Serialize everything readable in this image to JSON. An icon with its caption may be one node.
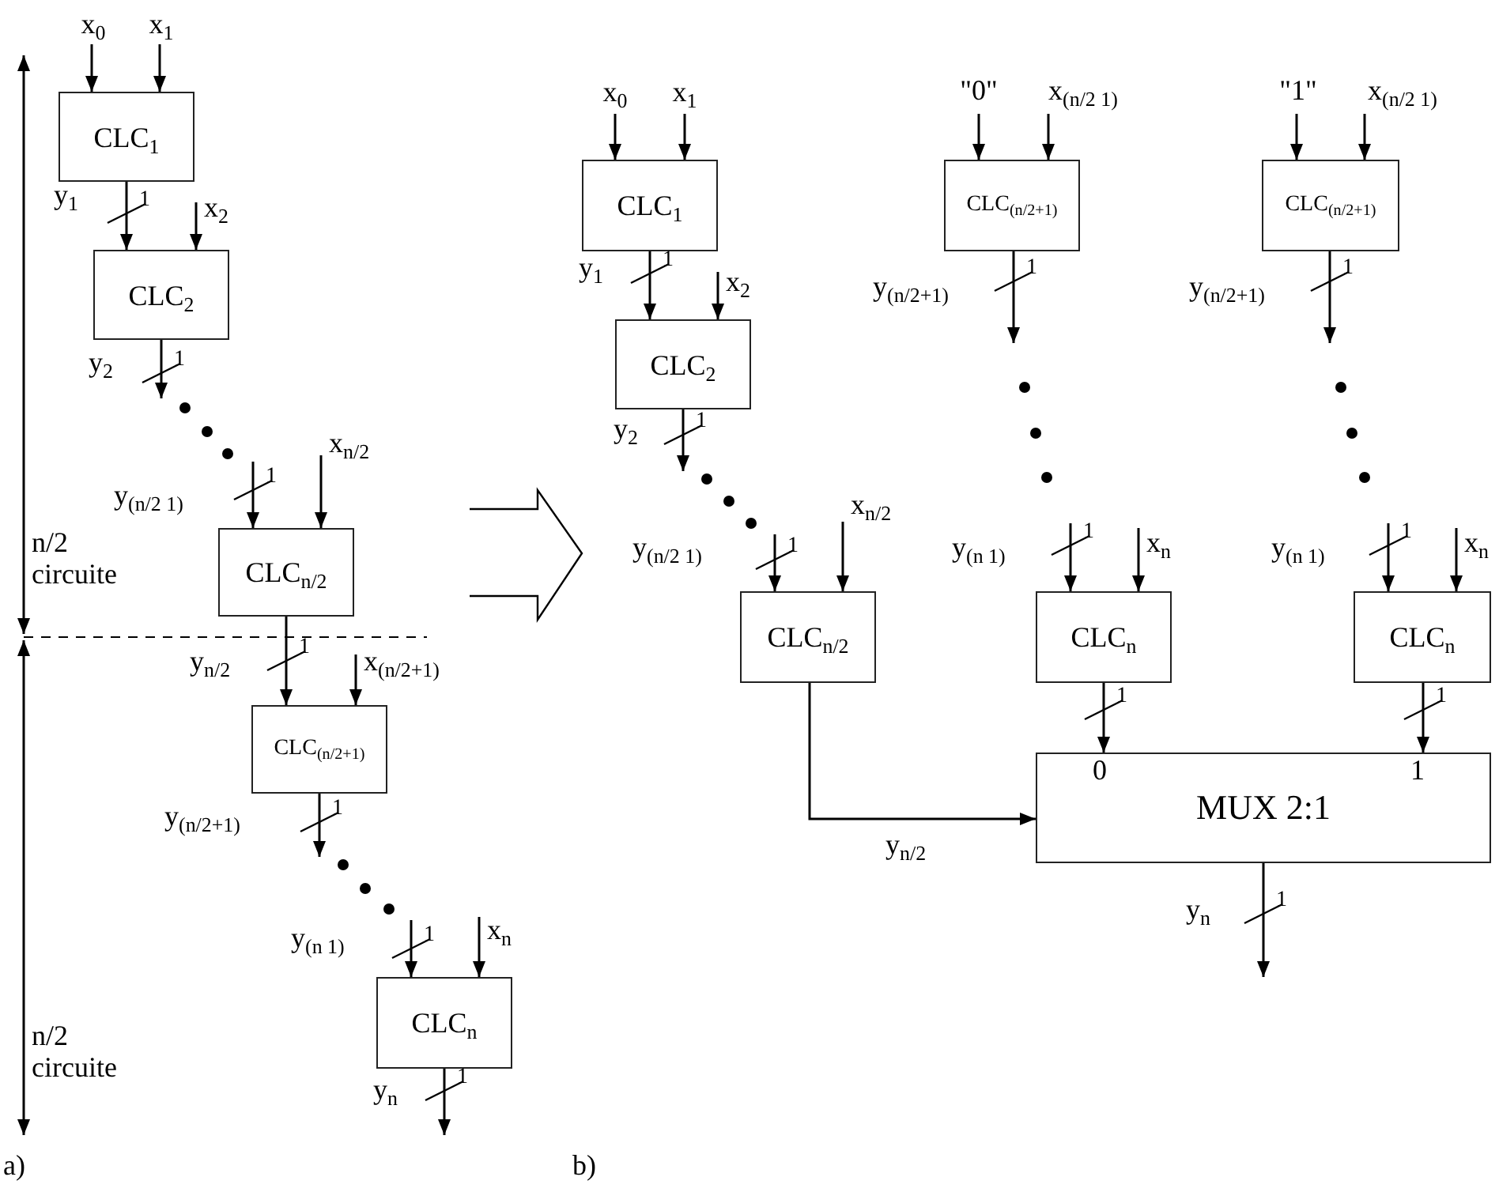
{
  "diagram": {
    "nodes": [
      {
        "text": [
          "x$_{0}$"
        ]
      },
      {
        "text": [
          "x$_{1}$"
        ]
      },
      {
        "text": [
          "CLC$_{1}$"
        ]
      },
      {
        "text": [
          "x$_{2}$"
        ]
      },
      {
        "text": [
          "CLC$_{2}$"
        ]
      },
      {
        "text": [
          "x$_{n/2}$"
        ]
      },
      {
        "text": [
          "CLC$_{n/2}$"
        ]
      },
      {
        "text": [
          "x$_{(n/2+1)}$"
        ]
      },
      {
        "text": [
          "CLC$_{(n/2+1)}$"
        ]
      },
      {
        "text": [
          "x$_{n}$"
        ]
      },
      {
        "text": [
          "CLC$_{n}$"
        ]
      },
      {
        "text": [
          "x$_{0}$"
        ]
      },
      {
        "text": [
          "x$_{1}$"
        ]
      },
      {
        "text": [
          "CLC$_{1}$"
        ]
      },
      {
        "text": [
          "x$_{2}$"
        ]
      },
      {
        "text": [
          "CLC$_{2}$"
        ]
      },
      {
        "text": [
          "x$_{n/2}$"
        ]
      },
      {
        "text": [
          "CLC$_{n/2}$"
        ]
      },
      {
        "text": [
          "\"0\""
        ]
      },
      {
        "text": [
          "x$_{(n/2 1)}$"
        ]
      },
      {
        "text": [
          "CLC$_{(n/2+1)}$"
        ]
      },
      {
        "text": [
          "x$_{n}$"
        ]
      },
      {
        "text": [
          "CLC$_{n}$"
        ]
      },
      {
        "text": [
          "\"1\""
        ]
      },
      {
        "text": [
          "x$_{(n/2 1)}$"
        ]
      },
      {
        "text": [
          "CLC$_{(n/2+1)}$"
        ]
      },
      {
        "text": [
          "x$_{n}$"
        ]
      },
      {
        "text": [
          "CLC$_{n}$"
        ]
      },
      {
        "text": [
          "MUX 2:1"
        ]
      },
      {
        "text": [],
        "shape": "dots"
      },
      {
        "text": [],
        "shape": "dots"
      },
      {
        "text": [],
        "shape": "dots"
      },
      {
        "text": [],
        "shape": "dots"
      },
      {
        "text": [],
        "shape": "dots"
      }
    ],
    "edges": [
      {
        "from": 0,
        "to": 2,
        "arrow": "to"
      },
      {
        "from": 1,
        "to": 2,
        "arrow": "to"
      },
      {
        "from": 2,
        "to": 4,
        "arrow": "to",
        "label": "y$_{1}$"
      },
      {
        "from": 3,
        "to": 4,
        "arrow": "to"
      },
      {
        "from": 4,
        "to": 29,
        "arrow": "to",
        "label": "y$_{2}$"
      },
      {
        "from": 29,
        "to": 6,
        "arrow": "to",
        "label": "y$_{(n/2 1)}$"
      },
      {
        "from": 5,
        "to": 6,
        "arrow": "to"
      },
      {
        "from": 6,
        "to": 8,
        "arrow": "to",
        "label": "y$_{n/2}$"
      },
      {
        "from": 7,
        "to": 8,
        "arrow": "to"
      },
      {
        "from": 8,
        "to": 30,
        "arrow": "to",
        "label": "y$_{(n/2+1)}$"
      },
      {
        "from": 30,
        "to": 10,
        "arrow": "to",
        "label": "y$_{(n 1)}$"
      },
      {
        "from": 9,
        "to": 10,
        "arrow": "to"
      },
      {
        "from": 10,
        "to": null,
        "arrow": "to",
        "label": "y$_{n}$"
      },
      {
        "from": 11,
        "to": 13,
        "arrow": "to"
      },
      {
        "from": 12,
        "to": 13,
        "arrow": "to"
      },
      {
        "from": 13,
        "to": 15,
        "arrow": "to",
        "label": "y$_{1}$"
      },
      {
        "from": 14,
        "to": 15,
        "arrow": "to"
      },
      {
        "from": 15,
        "to": 31,
        "arrow": "to",
        "label": "y$_{2}$"
      },
      {
        "from": 31,
        "to": 17,
        "arrow": "to",
        "label": "y$_{(n/2 1)}$"
      },
      {
        "from": 16,
        "to": 17,
        "arrow": "to"
      },
      {
        "from": 17,
        "to": 28,
        "arrow": "to",
        "label": "y$_{n/2}$"
      },
      {
        "from": 18,
        "to": 20,
        "arrow": "to"
      },
      {
        "from": 19,
        "to": 20,
        "arrow": "to"
      },
      {
        "from": 20,
        "to": 32,
        "arrow": "to",
        "label": "y$_{(n/2+1)}$"
      },
      {
        "from": 32,
        "to": 22,
        "arrow": "to",
        "label": "y$_{(n 1)}$"
      },
      {
        "from": 21,
        "to": 22,
        "arrow": "to"
      },
      {
        "from": 22,
        "to": 28,
        "arrow": "to"
      },
      {
        "from": 23,
        "to": 25,
        "arrow": "to"
      },
      {
        "from": 24,
        "to": 25,
        "arrow": "to"
      },
      {
        "from": 25,
        "to": 33,
        "arrow": "to",
        "label": "y$_{(n/2+1)}$"
      },
      {
        "from": 33,
        "to": 27,
        "arrow": "to",
        "label": "y$_{(n 1)}$"
      },
      {
        "from": 26,
        "to": 27,
        "arrow": "to"
      },
      {
        "from": 27,
        "to": 28,
        "arrow": "to"
      },
      {
        "from": 28,
        "to": null,
        "arrow": "to",
        "label": "y$_{n}$"
      }
    ],
    "labels": [
      "n/2 circuite",
      "n/2 circuite",
      "a)",
      "b)",
      "0",
      "1",
      "1",
      "1",
      "1",
      "1",
      "1",
      "1",
      "1",
      "1",
      "1",
      "1",
      "1",
      "1",
      "1",
      "1",
      "1",
      "1",
      "1"
    ]
  }
}
